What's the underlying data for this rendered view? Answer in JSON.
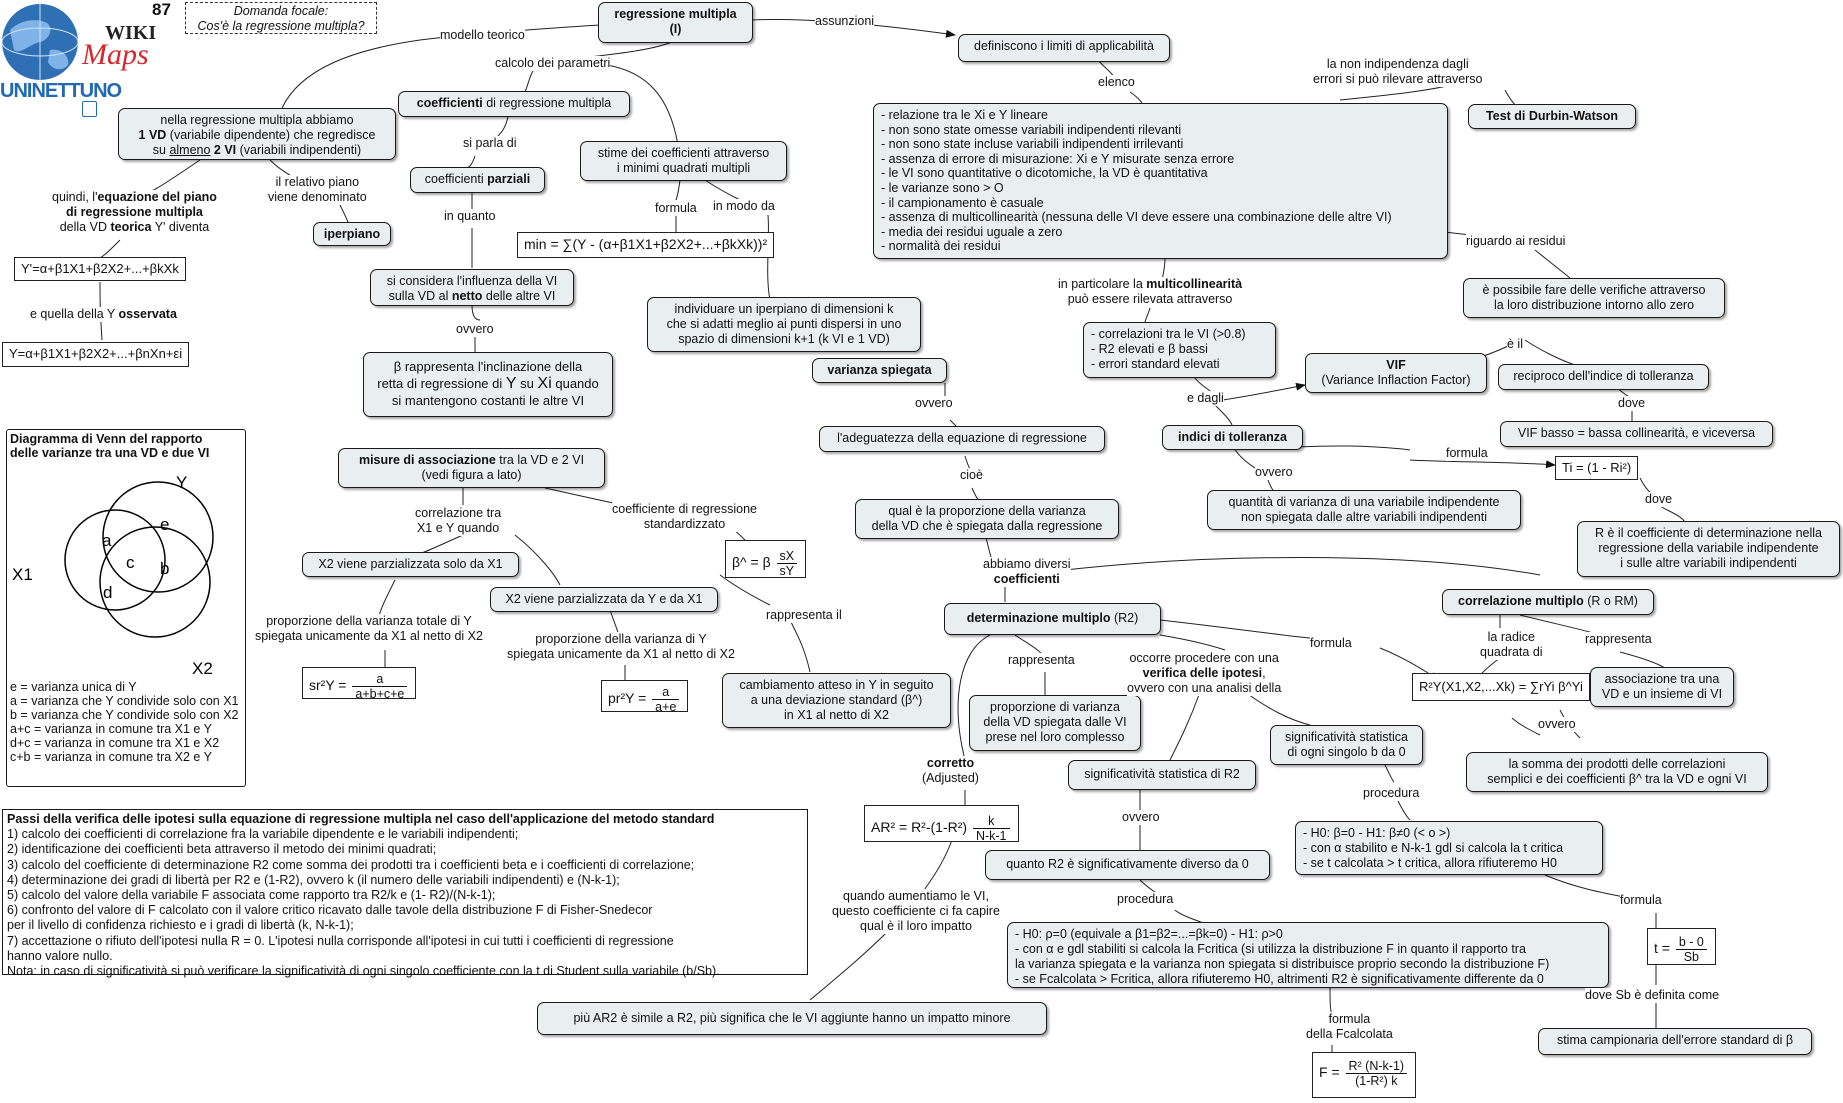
{
  "header": {
    "page_number": "87",
    "focal_title": "Domanda focale:",
    "focal_question": "Cos'è la regressione multipla?",
    "logo_wiki": "WIKI",
    "logo_maps": "Maps",
    "logo_uni": "UNINETTUNO"
  },
  "nodes": {
    "main_title": "regressione multipla",
    "main_sub": "(I)",
    "vd_intro_1": "nella regressione multipla abbiamo",
    "vd_intro_2a": "1 VD",
    "vd_intro_2b": " (variabile dipendente) che regredisce",
    "vd_intro_3a": "su ",
    "vd_intro_3b": "almeno",
    "vd_intro_3c": " 2 VI",
    "vd_intro_3d": " (variabili indipendenti)",
    "coeff_title_b": "coefficienti",
    "coeff_title_r": " di regressione multipla",
    "coeff_parziali_a": "coefficienti ",
    "coeff_parziali_b": "parziali",
    "stime_1": "stime dei coefficienti attraverso",
    "stime_2": "i minimi quadrati multipli",
    "iperpiano": "iperpiano",
    "considera_1": "si considera l'influenza della VI",
    "considera_2a": "sulla VD al ",
    "considera_2b": "netto",
    "considera_2c": " delle altre VI",
    "beta_1": "β rappresenta l'inclinazione della",
    "beta_2a": "retta di regressione di ",
    "beta_2b": "Y",
    "beta_2c": " su ",
    "beta_2d": "Xi",
    "beta_2e": " quando",
    "beta_3": "si mantengono costanti le altre VI",
    "individuare_1": "individuare un iperpiano di dimensioni k",
    "individuare_2": "che si adatti meglio ai punti dispersi in uno",
    "individuare_3": "spazio di dimensioni k+1 (k VI e 1 VD)",
    "limiti": "definiscono i limiti di applicabilità",
    "durbin": "Test di Durbin-Watson",
    "assunzioni_list": [
      "- relazione tra le Xi e Y lineare",
      "- non sono state omesse variabili indipendenti rilevanti",
      "- non sono state incluse variabili indipendenti irrilevanti",
      "- assenza di errore di misurazione: Xi e Y misurate senza errore",
      "- le VI sono quantitative o dicotomiche, la VD è quantitativa",
      "- le varianze sono > O",
      "- il campionamento è casuale",
      "- assenza di multicollinearità (nessuna delle VI deve essere una combinazione delle altre VI)",
      "- media dei residui uguale a zero",
      "- normalità dei residui"
    ],
    "verifiche_1": "è possibile fare delle verifiche attraverso",
    "verifiche_2": "la loro distribuzione intorno allo zero",
    "multi_list": [
      "- correlazioni tra le VI (>0.8)",
      "- R2 elevati e β bassi",
      "- errori standard elevati"
    ],
    "vif_title": "VIF",
    "vif_sub": "(Variance Inflaction Factor)",
    "reciproco": "reciproco dell'indice di tolleranza",
    "vif_basso": "VIF basso = bassa collinearità, e viceversa",
    "indici_tol": "indici di tolleranza",
    "quantita_1": "quantità di varianza di una variabile indipendente",
    "quantita_2": "non spiegata dalle altre variabili indipendenti",
    "r_det_1": "R è il coefficiente di determinazione nella",
    "r_det_2": "regressione della variabile indipendente",
    "r_det_3": "i sulle altre variabili indipendenti",
    "varianza_spiegata": "varianza spiegata",
    "adeguatezza": "l'adeguatezza della equazione di regressione",
    "proporzione_1": "qual è la proporzione della varianza",
    "proporzione_2": "della VD che è spiegata dalla regressione",
    "misure_1a": "misure di associazione",
    "misure_1b": " tra la VD e 2 VI",
    "misure_2": "(vedi figura a lato)",
    "x2_parz_x1": "X2 viene parzializzata solo da X1",
    "x2_parz_yx1": "X2 viene parzializzata da Y e da X1",
    "cambiamento_1": "cambiamento atteso in Y in seguito",
    "cambiamento_2": "a una deviazione standard (β^)",
    "cambiamento_3": "in X1 al netto di X2",
    "det_multiplo_b": "determinazione multiplo",
    "det_multiplo_r": " (R2)",
    "corr_multiplo_b": "correlazione multiplo",
    "corr_multiplo_r": " (R o RM)",
    "associazione_1": "associazione tra una",
    "associazione_2": "VD e un insieme di VI",
    "somma_1": "la somma dei prodotti delle correlazioni",
    "somma_2": "semplici e dei coefficienti β^ tra la VD e ogni VI",
    "prop_var_1": "proporzione di varianza",
    "prop_var_2": "della VD spiegata dalle VI",
    "prop_var_3": "prese nel loro complesso",
    "signif_single_1": "significatività statistica",
    "signif_single_2": "di ogni singolo b da 0",
    "signif_r2": "significatività statistica di R2",
    "quanto_r2": "quanto R2 è significativamente diverso da 0",
    "h0_b_list": [
      "- H0: β=0 - H1: β≠0 (< o >)",
      "- con α stabilito e N-k-1 gdl si calcola la t critica",
      "- se t calcolata > t critica, allora rifiuteremo H0"
    ],
    "h0_r_list": [
      "- H0: ρ=0 (equivale a β1=β2=...=βk=0) - H1: ρ>0",
      "- con α e gdl stabiliti si calcola la Fcritica (si utilizza la distribuzione F in quanto il rapporto tra",
      "la varianza spiegata e la varianza non spiegata si distribuisce proprio secondo la distribuzione F)",
      "- se Fcalcolata > Fcritica, allora rifiuteremo H0, altrimenti R2 è significativamente differente da 0"
    ],
    "stima_err": "stima campionaria dell'errore standard di β",
    "piu_ar2": "più AR2 è simile a R2, più significa che le VI aggiunte hanno un impatto minore",
    "corretto": "corretto",
    "adjusted": "(Adjusted)"
  },
  "formulas": {
    "yteorica": "Y'=α+β1X1+β2X2+...+βkXk",
    "yosservata": "Y=α+β1X1+β2X2+...+βnXn+εi",
    "min": "min = ∑(Y - (α+β1X1+β2X2+...+βkXk))²",
    "beta_hat_l": "β^ = β",
    "beta_hat_t": "sX",
    "beta_hat_d": "sY",
    "sr_l": "sr²Y =",
    "sr_t": "a",
    "sr_d": "a+b+c+e",
    "pr_l": "pr²Y =",
    "pr_t": "a",
    "pr_d": "a+e",
    "tol": "Ti = (1 - Ri²)",
    "r2sum": "R²Y(X1,X2,...Xk) = ∑rYi β^Yi",
    "ar2_l": "AR² = R²-(1-R²)",
    "ar2_t": "k",
    "ar2_d": "N-k-1",
    "t_l": "t =",
    "t_t": "b - 0",
    "t_d": "Sb",
    "f_l": "F =",
    "f_t": "R² (N-k-1)",
    "f_d": "(1-R²) k"
  },
  "labels": {
    "modello_teorico": "modello teorico",
    "calcolo_parametri": "calcolo dei parametri",
    "assunzioni": "assunzioni",
    "si_parla_di": "si parla di",
    "quindi_1a": "quindi, l'",
    "quindi_1b": "equazione del piano",
    "quindi_2": "di regressione multipla",
    "quindi_3a": "della VD ",
    "quindi_3b": "teorica",
    "quindi_3c": " Y' diventa",
    "piano_1": "il relativo piano",
    "piano_2": "viene denominato",
    "e_quella_a": "e quella della Y ",
    "e_quella_b": "osservata",
    "in_quanto": "in quanto",
    "ovvero": "ovvero",
    "formula": "formula",
    "in_modo_da": "in modo da",
    "elenco": "elenco",
    "non_indip_1": "la non indipendenza dagli",
    "non_indip_2": "errori si può rilevare attraverso",
    "riguardo_residui": "riguardo ai residui",
    "multicol_1a": "in particolare la ",
    "multicol_1b": "multicollinearità",
    "multicol_2": "può essere rilevata attraverso",
    "e_il": "è il",
    "dove": "dove",
    "e_dagli": "e dagli",
    "cioe": "cioè",
    "abbiamo_1": "abbiamo diversi",
    "abbiamo_2": "coefficienti",
    "corr_tra_1": "correlazione tra",
    "corr_tra_2": "X1 e Y quando",
    "coeff_std_1": "coefficiente di regressione",
    "coeff_std_2": "standardizzato",
    "rappresenta_il": "rappresenta il",
    "prop_tot_1": "proporzione della varianza totale di Y",
    "prop_tot_2": "spiegata unicamente da X1 al netto di X2",
    "prop_y_1": "proporzione della varianza di Y",
    "prop_y_2": "spiegata unicamente da X1 al netto di X2",
    "rappresenta": "rappresenta",
    "occorre_1": "occorre procedere con una",
    "occorre_2a": "verifica delle ipotesi",
    "occorre_2b": ",",
    "occorre_3": "ovvero con una analisi della",
    "radice_1": "la radice",
    "radice_2": "quadrata di",
    "procedura": "procedura",
    "quando_1": "quando aumentiamo le VI,",
    "quando_2": "questo coefficiente ci fa capire",
    "quando_3": "qual è il loro impatto",
    "formula_f_1": "formula",
    "formula_f_2": "della Fcalcolata",
    "dove_sb": "dove Sb è definita come"
  },
  "venn": {
    "title_1": "Diagramma di Venn del rapporto",
    "title_2": "delle varianze tra una VD e due VI",
    "y": "Y",
    "x1": "X1",
    "x2": "X2",
    "a": "a",
    "b": "b",
    "c": "c",
    "d": "d",
    "e": "e",
    "legend": [
      "e = varianza unica di Y",
      "a = varianza che Y condivide solo con X1",
      "b = varianza che Y condivide solo con X2",
      "a+c = varianza in comune tra X1 e Y",
      "d+c = varianza in comune tra X1 e X2",
      "c+b = varianza in comune tra X2 e Y"
    ]
  },
  "passi": {
    "title": "Passi della verifica delle ipotesi sulla equazione di regressione multipla nel caso dell'applicazione del metodo standard",
    "lines": [
      "1) calcolo dei coefficienti di correlazione fra la variabile dipendente e le variabili indipendenti;",
      "2) identificazione dei coefficienti beta attraverso il metodo dei minimi quadrati;",
      "3) calcolo del coefficiente di determinazione R2 come somma dei prodotti tra i coefficienti beta e i coefficienti di correlazione;",
      "4) determinazione dei gradi di libertà per R2 e (1-R2), ovvero k (il numero delle variabili indipendenti) e (N-k-1);",
      "5) calcolo del valore della variabile F associata come rapporto tra R2/k e (1- R2)/(N-k-1);",
      "6) confronto del valore di F calcolato con il valore critico ricavato dalle tavole della distribuzione F di Fisher-Snedecor",
      "per il livello di confidenza richiesto e i gradi di libertà (k, N-k-1);",
      "7) accettazione o rifiuto dell'ipotesi nulla R = 0. L'ipotesi nulla corrisponde all'ipotesi in cui tutti i coefficienti di regressione",
      "hanno valore nullo.",
      "Nota: in caso di significatività si può verificare la significatività di ogni singolo coefficiente con la t di Student sulla variabile (b/Sb)."
    ]
  }
}
